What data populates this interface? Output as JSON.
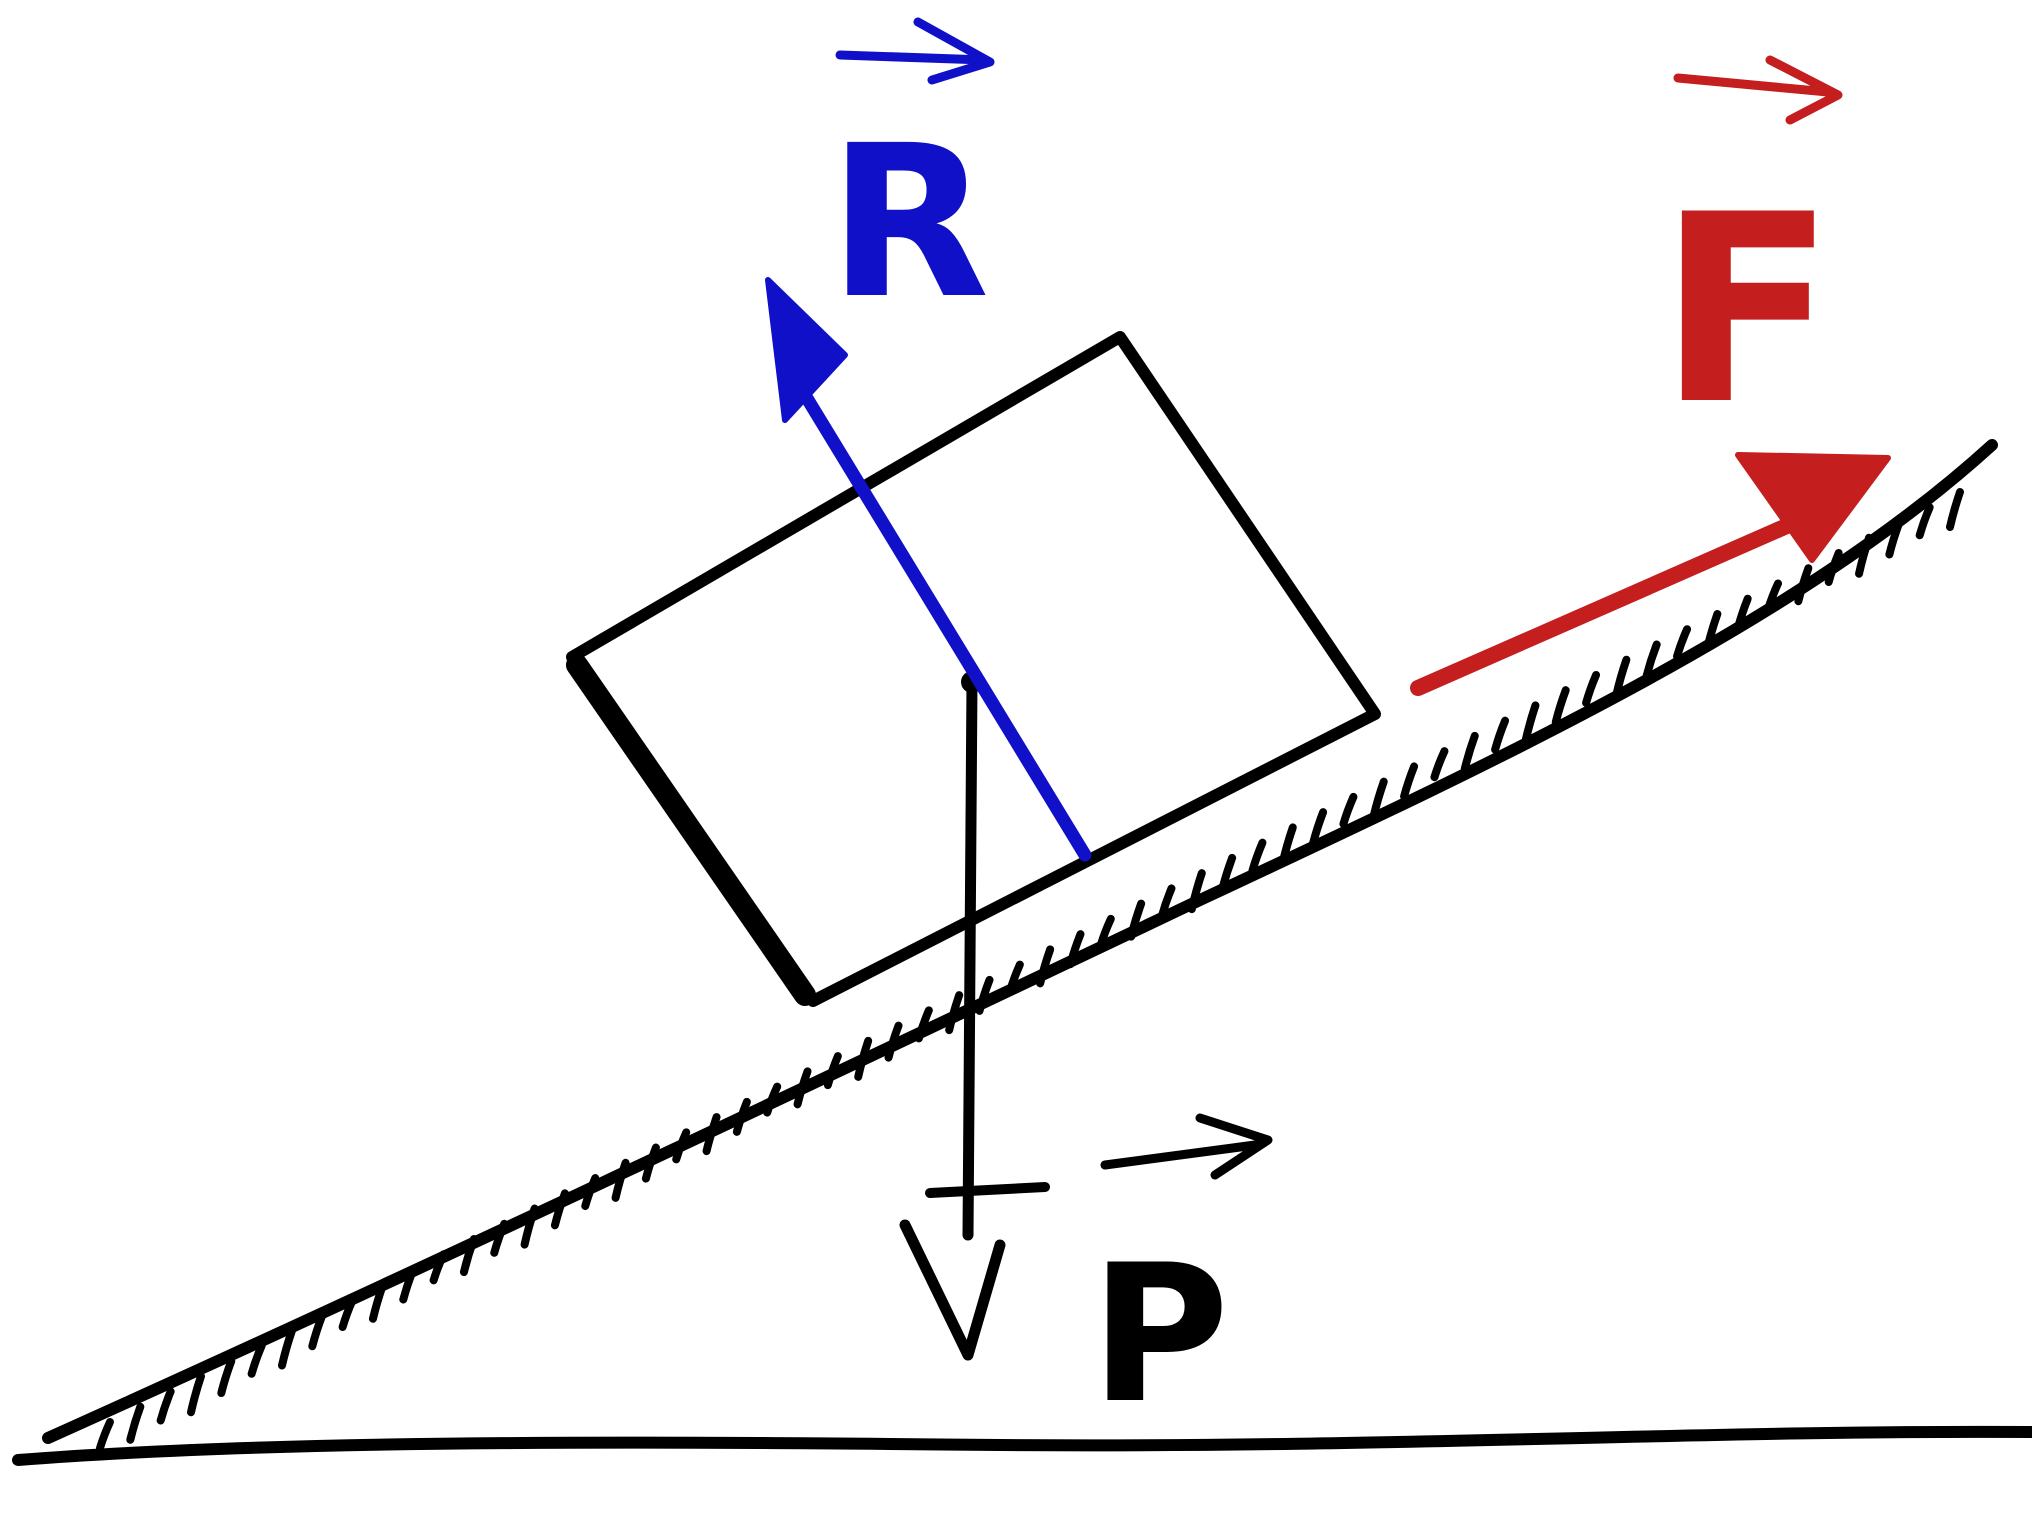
{
  "diagram": {
    "labels": {
      "reaction": "R",
      "force": "F",
      "weight": "P"
    },
    "colors": {
      "ink": "#000000",
      "reaction": "#1010c8",
      "force": "#c41e1e",
      "background": "#ffffff"
    }
  }
}
